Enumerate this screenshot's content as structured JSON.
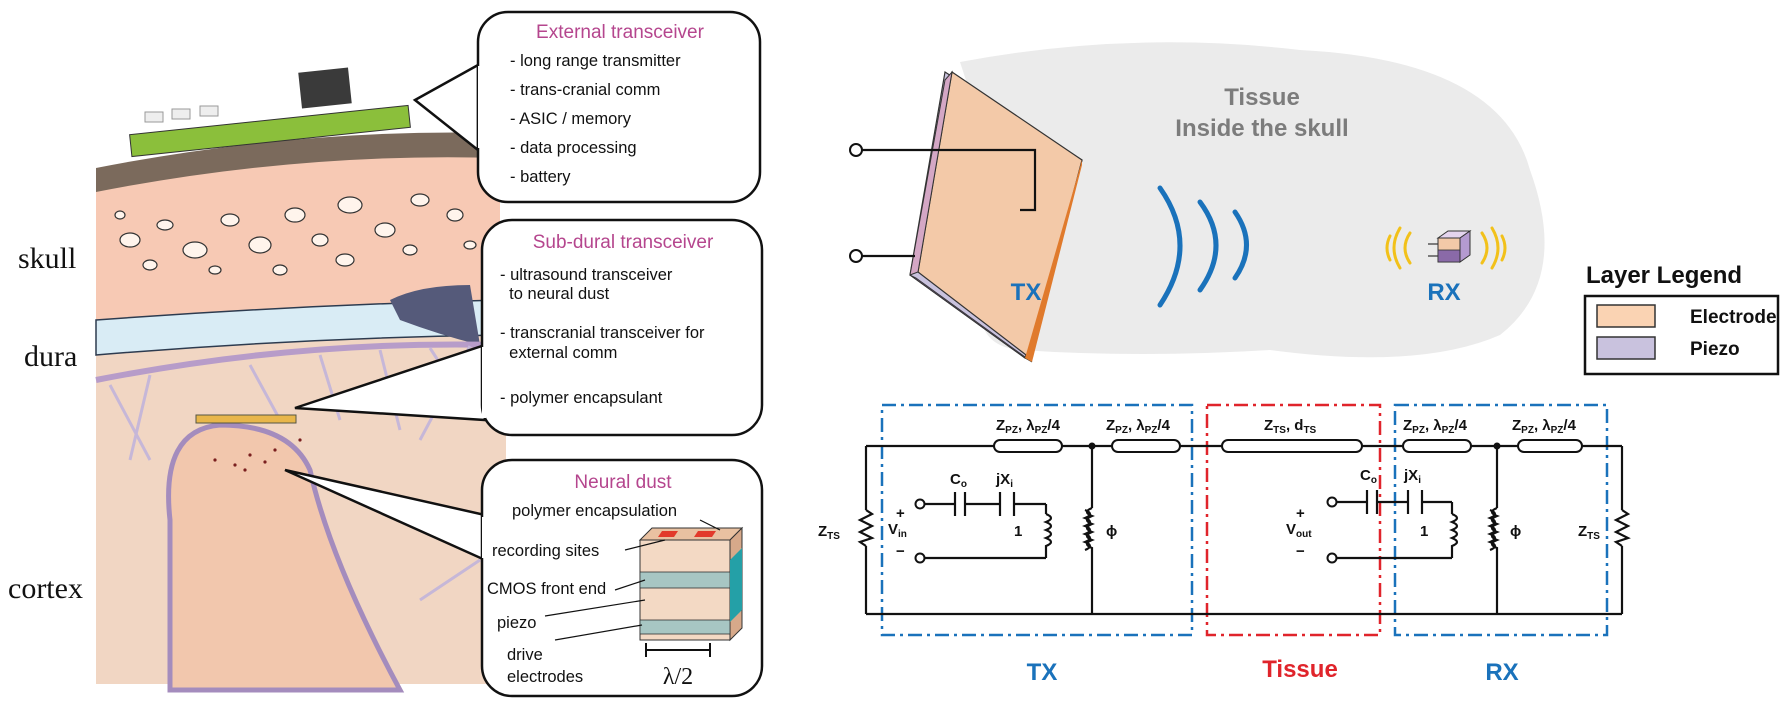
{
  "left_figure": {
    "layer_labels": {
      "skull": "skull",
      "dura": "dura",
      "cortex": "cortex"
    },
    "external_transceiver": {
      "title": "External transceiver",
      "items": [
        "- long range transmitter",
        "- trans-cranial comm",
        "- ASIC / memory",
        "- data processing",
        "- battery"
      ]
    },
    "subdural_transceiver": {
      "title": "Sub-dural transceiver",
      "items": [
        "- ultrasound transceiver",
        "  to neural dust",
        "- transcranial transceiver for",
        "  external comm",
        "- polymer encapsulant"
      ]
    },
    "neural_dust": {
      "title": "Neural dust",
      "labels": {
        "encapsulation": "polymer encapsulation",
        "recording": "recording sites",
        "cmos": "CMOS front end",
        "piezo": "piezo",
        "drive": "drive",
        "electrodes": "electrodes",
        "lambda": "λ/2"
      }
    }
  },
  "right_figure": {
    "tissue_label_line1": "Tissue",
    "tissue_label_line2": "Inside the skull",
    "tx_label": "TX",
    "rx_label": "RX",
    "legend": {
      "title": "Layer Legend",
      "items": [
        {
          "label": "Electrode",
          "color": "#fad3b3"
        },
        {
          "label": "Piezo",
          "color": "#c9c2de"
        }
      ]
    },
    "circuit": {
      "z_ts_left": "Z",
      "z_ts_right": "Z",
      "ts_sub": "TS",
      "line_labels": [
        "Z",
        "Z",
        "Z",
        "Z",
        "Z"
      ],
      "pz_sub": "PZ",
      "lambda": "λ",
      "over4": "/4",
      "dts": ", d",
      "co": "C",
      "o_sub": "o",
      "jx": "jX",
      "i_sub": "i",
      "one": "1",
      "phi": "ϕ",
      "vin": "V",
      "in_sub": "in",
      "vout": "V",
      "out_sub": "out",
      "plus": "+",
      "minus": "−",
      "sections": {
        "tx": "TX",
        "tissue": "Tissue",
        "rx": "RX"
      }
    },
    "colors": {
      "blue": "#1a72bb",
      "red": "#e0242b",
      "electrode": "#fad3b3",
      "piezo": "#c9c2de",
      "tissue_bg": "#ebebeb",
      "wave_rx": "#f2c11a"
    }
  }
}
